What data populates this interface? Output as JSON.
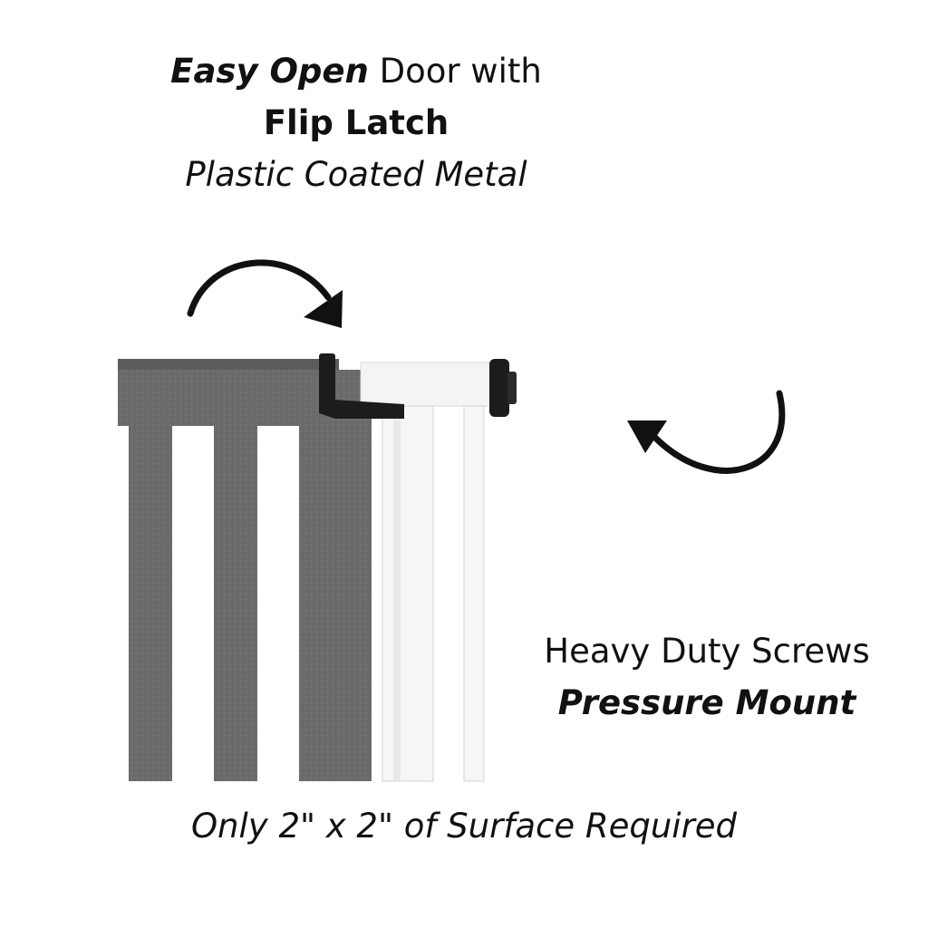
{
  "top_text": {
    "line1_bold_italic": "Easy Open",
    "line1_rest": " Door with",
    "line2": "Flip Latch",
    "line3": "Plastic Coated Metal"
  },
  "right_text": {
    "line1": "Heavy Duty Screws",
    "line2": "Pressure Mount"
  },
  "bottom_text": "Only 2\" x 2\" of Surface Required",
  "colors": {
    "gate_gray": "#6b6b6b",
    "frame_white": "#f4f4f4",
    "latch_black": "#1c1c1c",
    "text": "#111111"
  },
  "icons": [
    "curved-arrow-right-icon",
    "curved-arrow-left-icon"
  ]
}
